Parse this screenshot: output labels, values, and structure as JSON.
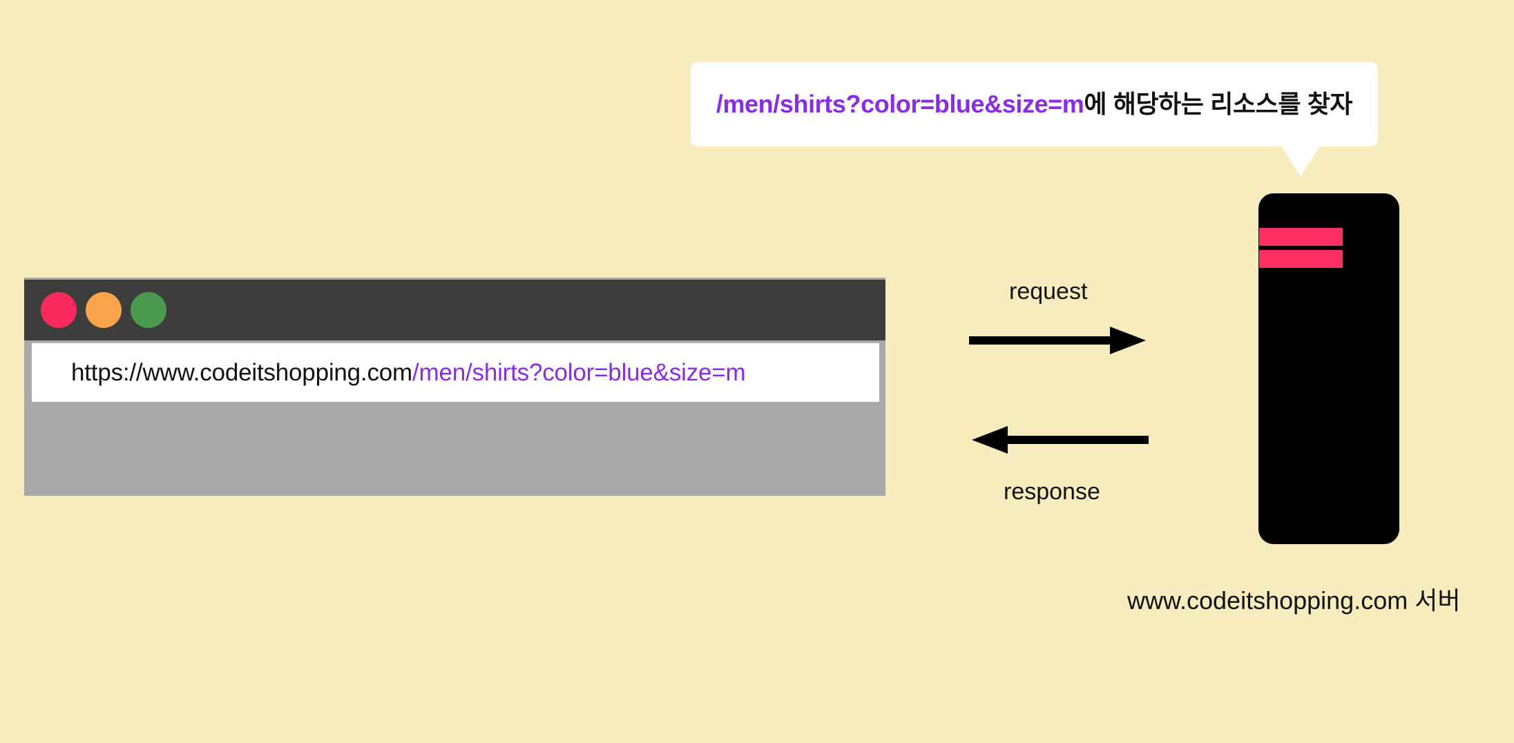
{
  "page": {
    "background_color": "#F7ECBD",
    "title": "HTTP request and response diagram"
  },
  "speech_bubble": {
    "url_part": "/men/shirts?color=blue&size=m",
    "korean_part": "에 해당하는 리소스를 찾자",
    "url_color": "#8A2BE8",
    "text_color": "#111111",
    "background_color": "#FFFFFF"
  },
  "browser": {
    "window_controls": [
      {
        "name": "close",
        "color": "#FA2A5E"
      },
      {
        "name": "minimize",
        "color": "#F9A34A"
      },
      {
        "name": "maximize",
        "color": "#4A9B4F"
      }
    ],
    "address_bar": {
      "origin": "https://www.codeitshopping.com",
      "path": "/men/shirts?color=blue&size=m",
      "origin_color": "#111111",
      "path_color": "#8A2BE8"
    },
    "titlebar_color": "#3D3D3D",
    "viewport_color": "#A9A9A9"
  },
  "arrows": {
    "request_label": "request",
    "response_label": "response",
    "color": "#000000"
  },
  "server": {
    "caption": "www.codeitshopping.com 서버",
    "body_color": "#000000",
    "indicator_color": "#FF2E63",
    "indicator_count": 2
  }
}
